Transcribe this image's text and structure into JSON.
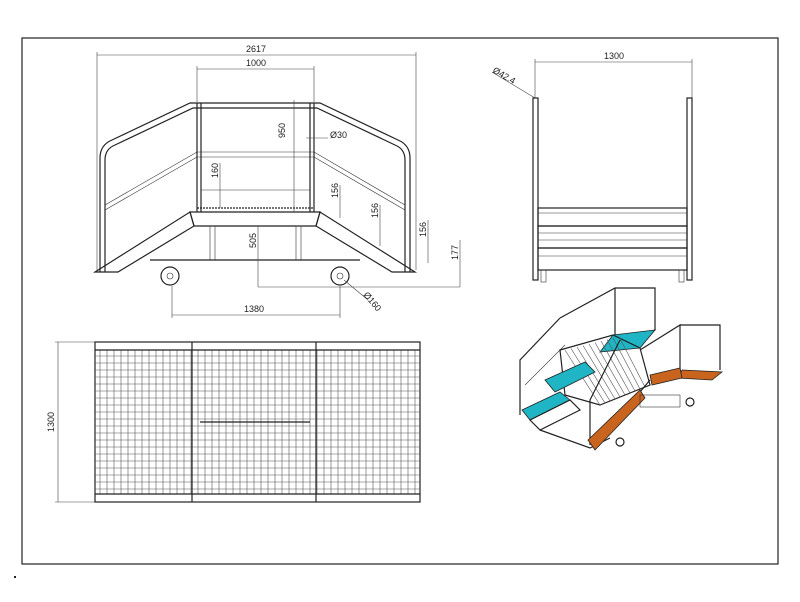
{
  "colors": {
    "line": "#222222",
    "teal": "#1fb5c4",
    "orange": "#c8641e",
    "border": "#333333"
  },
  "front_view": {
    "overall_width": "2617",
    "platform_width": "1000",
    "rail_height": "950",
    "rail_diameter": "Ø30",
    "toe_board": "160",
    "step_rise_1": "156",
    "step_rise_2": "156",
    "step_rise_3": "156",
    "platform_height": "505",
    "first_step": "177",
    "wheel_diameter": "Ø160",
    "wheel_base": "1380"
  },
  "side_view": {
    "width": "1300",
    "post_diameter": "Ø42.4"
  },
  "top_view": {
    "depth": "1300"
  }
}
